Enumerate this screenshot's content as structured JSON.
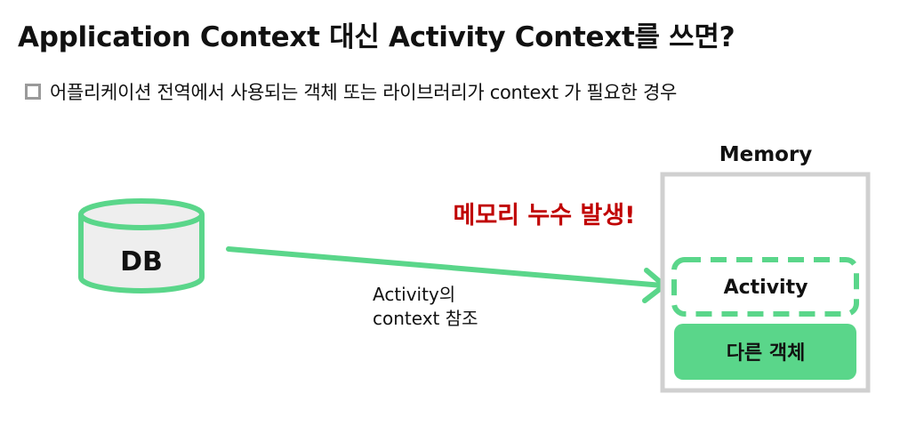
{
  "title": "Application Context 대신 Activity Context를 쓰면?",
  "bullet": {
    "text": "어플리케이션 전역에서 사용되는 객체 또는 라이브러리가 context 가 필요한 경우"
  },
  "diagram": {
    "db_label": "DB",
    "arrow_label_line1": "Activity의",
    "arrow_label_line2": "context 참조",
    "warning": "메모리 누수 발생!",
    "memory_label": "Memory",
    "activity_label": "Activity",
    "other_object_label": "다른 객체"
  },
  "colors": {
    "green": "#5ad68a",
    "light_gray": "#eeeeee",
    "border_gray": "#d0d0d0",
    "warning_red": "#c00000"
  }
}
